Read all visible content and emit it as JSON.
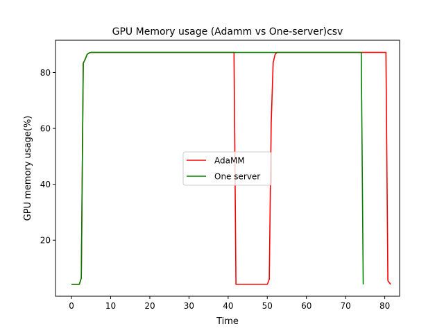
{
  "chart_data": {
    "type": "line",
    "title": "GPU Memory usage (Adamm vs One-server)csv",
    "xlabel": "Time",
    "ylabel": "GPU memory usage(%)",
    "xlim": [
      -4.09,
      83.79
    ],
    "ylim": [
      -0.05,
      91.55
    ],
    "xticks": [
      0,
      10,
      20,
      30,
      40,
      50,
      60,
      70,
      80
    ],
    "yticks": [
      20,
      40,
      60,
      80
    ],
    "grid": false,
    "legend_position": "center",
    "series": [
      {
        "name": "AdaMM",
        "color": "#ff0000",
        "x": [
          0,
          1,
          2,
          2.5,
          3,
          3.5,
          4,
          4.5,
          5,
          6,
          10,
          20,
          30,
          41.5,
          42,
          50,
          50.5,
          51,
          51.5,
          52,
          52.5,
          53,
          60,
          70,
          80,
          80.3,
          80.8,
          81.5
        ],
        "y": [
          4.2,
          4.2,
          4.2,
          6.5,
          83.3,
          84.8,
          86.5,
          87.0,
          87.2,
          87.2,
          87.2,
          87.2,
          87.2,
          87.2,
          4.2,
          4.2,
          6.0,
          62.0,
          83.5,
          86.5,
          87.2,
          87.2,
          87.2,
          87.2,
          87.2,
          87.2,
          5.5,
          4.2
        ]
      },
      {
        "name": "One server",
        "color": "#008000",
        "x": [
          0,
          1,
          2,
          2.5,
          3,
          3.5,
          4,
          4.5,
          5,
          6,
          10,
          20,
          30,
          40,
          50,
          60,
          70,
          74,
          74.5
        ],
        "y": [
          4.2,
          4.2,
          4.2,
          6.5,
          83.3,
          84.8,
          86.5,
          87.0,
          87.2,
          87.2,
          87.2,
          87.2,
          87.2,
          87.2,
          87.2,
          87.2,
          87.2,
          87.2,
          4.2
        ]
      }
    ]
  }
}
